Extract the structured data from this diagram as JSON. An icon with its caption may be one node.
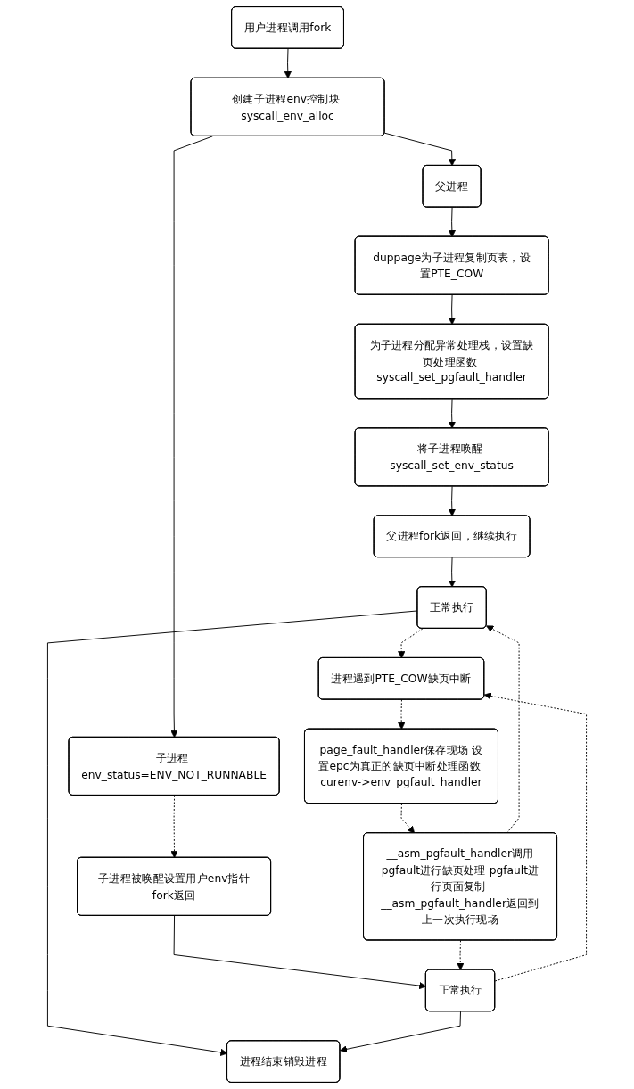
{
  "diagram": {
    "nodes": [
      {
        "text": [
          "用户进程调用fork"
        ]
      },
      {
        "text": [
          "创建子进程env控制块 syscall_env_alloc"
        ]
      },
      {
        "text": [
          "父进程"
        ]
      },
      {
        "text": [
          "子进程 env_status=ENV_NOT_RUNNABLE"
        ]
      },
      {
        "text": [
          "duppage为子进程复制页表，设置PTE_COW"
        ]
      },
      {
        "text": [
          "为子进程分配异常处理栈，设置缺页处理函数 syscall_set_pgfault_handler"
        ]
      },
      {
        "text": [
          "将子进程唤醒 syscall_set_env_status"
        ]
      },
      {
        "text": [
          "父进程fork返回，继续执行"
        ]
      },
      {
        "text": [
          "子进程被唤醒设置用户env指针fork返回"
        ]
      },
      {
        "text": [
          "正常执行"
        ]
      },
      {
        "text": [
          "__asm_pgfault_handler调用pgfault进行缺页处理 pgfault进行页面复制 __asm_pgfault_handler返回到上一次执行现场"
        ]
      },
      {
        "text": [
          "正常执行"
        ]
      },
      {
        "text": [
          "page_fault_handler保存现场 设置epc为真正的缺页中断处理函数 curenv->env_pgfault_handler"
        ]
      },
      {
        "text": [
          "进程遇到PTE_COW缺页中断"
        ]
      },
      {
        "text": [
          "进程结束销毁进程"
        ]
      }
    ],
    "edges": [
      {
        "from": 0,
        "to": 1,
        "arrow": "to"
      },
      {
        "from": 1,
        "to": 2,
        "arrow": "to"
      },
      {
        "from": 1,
        "to": 3,
        "arrow": "to"
      },
      {
        "from": 2,
        "to": 4,
        "arrow": "to"
      },
      {
        "from": 4,
        "to": 5,
        "arrow": "to"
      },
      {
        "from": 5,
        "to": 6,
        "arrow": "to"
      },
      {
        "from": 6,
        "to": 7,
        "arrow": "to"
      },
      {
        "from": 7,
        "to": 9,
        "arrow": "to"
      },
      {
        "from": 3,
        "to": 8,
        "arrow": "to",
        "style": "dashed"
      },
      {
        "from": 8,
        "to": 11,
        "arrow": "to"
      },
      {
        "from": 10,
        "to": 9,
        "arrow": "to",
        "style": "dashed"
      },
      {
        "from": 10,
        "to": 11,
        "arrow": "to",
        "style": "dashed"
      },
      {
        "from": 12,
        "to": 10,
        "arrow": "to",
        "style": "dashed"
      },
      {
        "from": 13,
        "to": 12,
        "arrow": "to",
        "style": "dashed"
      },
      {
        "from": 9,
        "to": 13,
        "arrow": "to",
        "style": "dashed"
      },
      {
        "from": 11,
        "to": 13,
        "arrow": "to",
        "style": "dashed"
      },
      {
        "from": 9,
        "to": 14,
        "arrow": "to"
      },
      {
        "from": 11,
        "to": 14,
        "arrow": "to"
      }
    ]
  }
}
